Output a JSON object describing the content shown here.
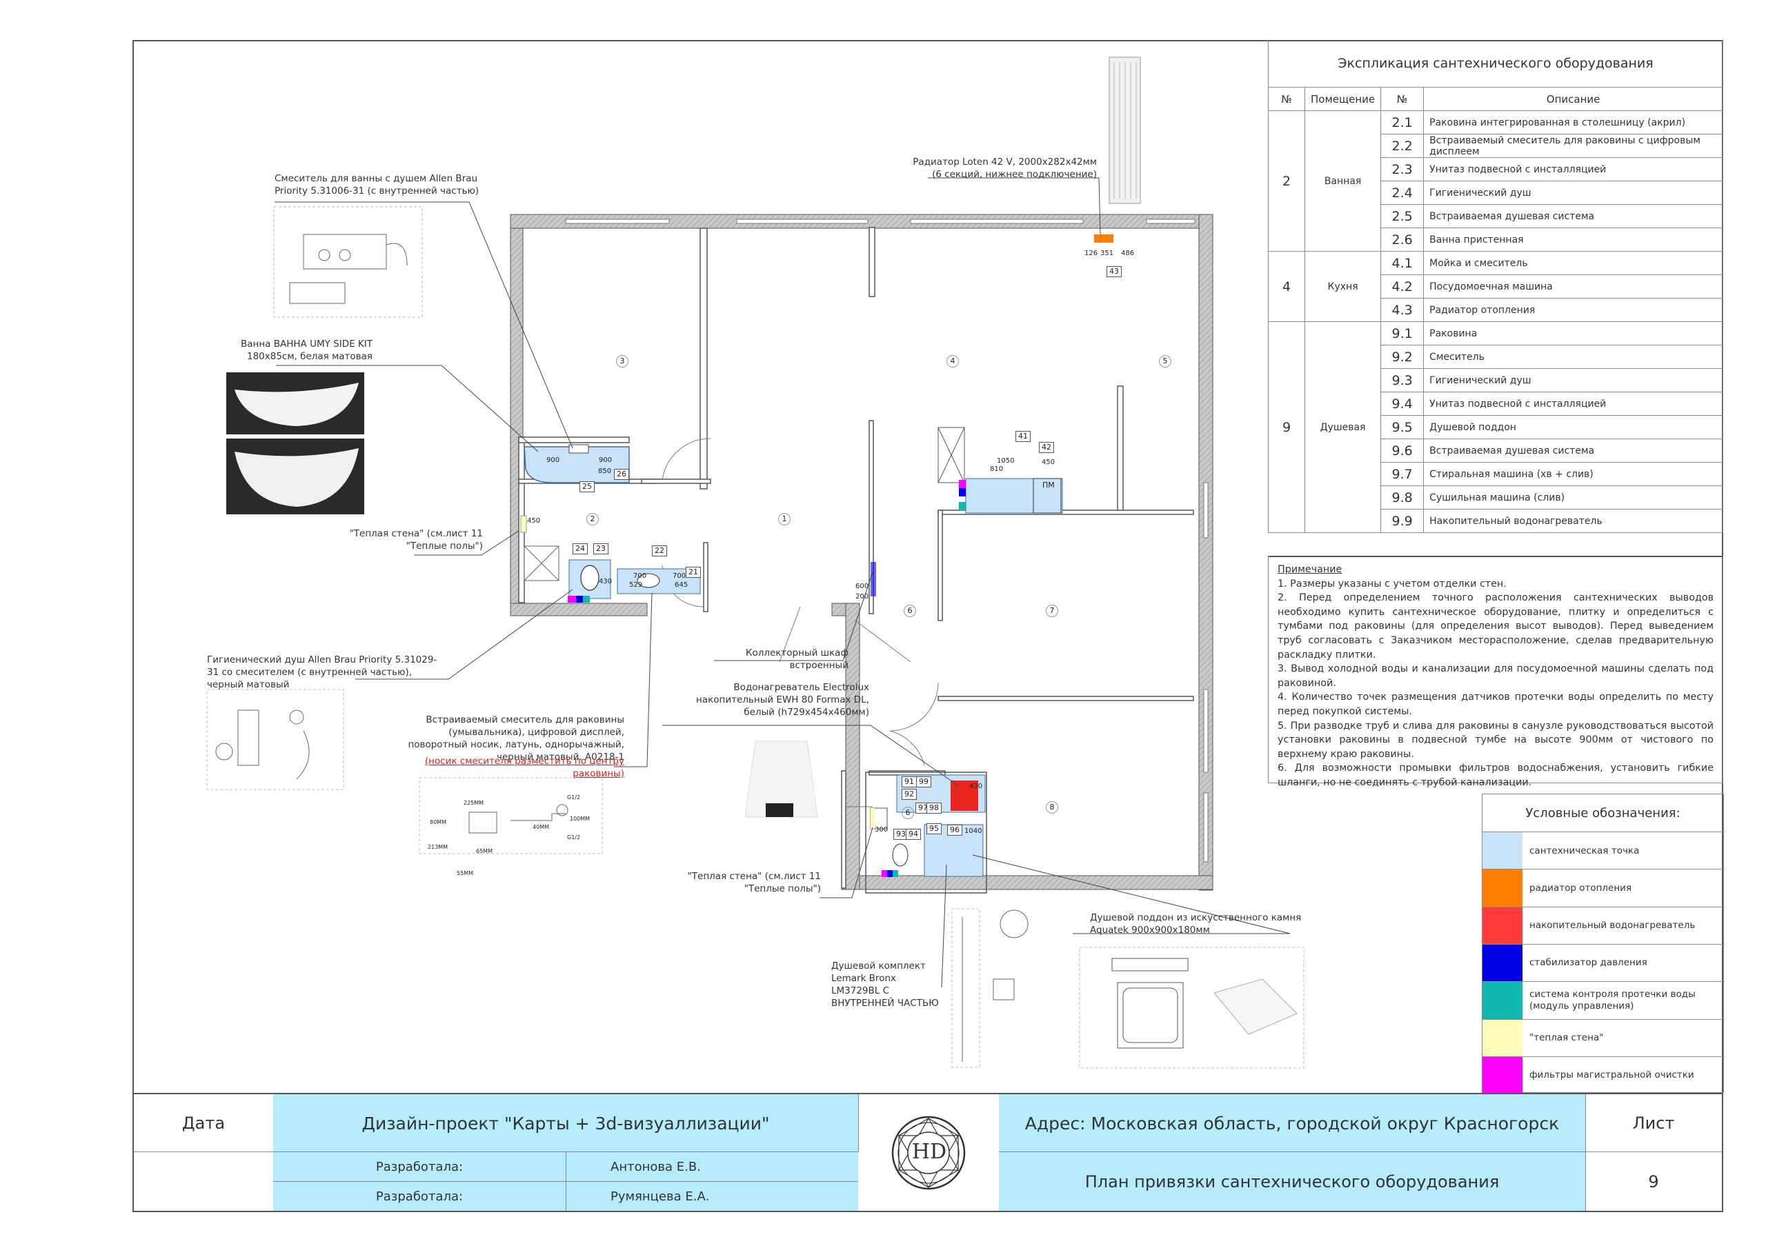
{
  "explication": {
    "title": "Экспликация сантехнического оборудования",
    "headers": [
      "№",
      "Помещение",
      "№",
      "Описание"
    ],
    "groups": [
      {
        "num": "2",
        "room": "Ванная",
        "items": [
          {
            "num": "2.1",
            "desc": "Раковина интегрированная в столешницу (акрил)"
          },
          {
            "num": "2.2",
            "desc": "Встраиваемый смеситель для раковины с цифровым дисплеем"
          },
          {
            "num": "2.3",
            "desc": "Унитаз подвесной с инсталляцией"
          },
          {
            "num": "2.4",
            "desc": "Гигиенический душ"
          },
          {
            "num": "2.5",
            "desc": "Встраиваемая душевая система"
          },
          {
            "num": "2.6",
            "desc": "Ванна пристенная"
          }
        ]
      },
      {
        "num": "4",
        "room": "Кухня",
        "items": [
          {
            "num": "4.1",
            "desc": "Мойка и смеситель"
          },
          {
            "num": "4.2",
            "desc": "Посудомоечная машина"
          },
          {
            "num": "4.3",
            "desc": "Радиатор отопления"
          }
        ]
      },
      {
        "num": "9",
        "room": "Душевая",
        "items": [
          {
            "num": "9.1",
            "desc": "Раковина"
          },
          {
            "num": "9.2",
            "desc": "Смеситель"
          },
          {
            "num": "9.3",
            "desc": "Гигиенический душ"
          },
          {
            "num": "9.4",
            "desc": "Унитаз подвесной с инсталляцией"
          },
          {
            "num": "9.5",
            "desc": "Душевой поддон"
          },
          {
            "num": "9.6",
            "desc": "Встраиваемая душевая система"
          },
          {
            "num": "9.7",
            "desc": "Стиральная машина (хв + слив)"
          },
          {
            "num": "9.8",
            "desc": "Сушильная машина (слив)"
          },
          {
            "num": "9.9",
            "desc": "Накопительный водонагреватель"
          }
        ]
      }
    ]
  },
  "notes": {
    "title": "Примечание",
    "items": [
      "1. Размеры указаны с учетом отделки стен.",
      "2. Перед определением точного расположения сантехнических выводов необходимо купить сантехническое оборудование, плитку и определиться с тумбами под раковины (для определения высот выводов). Перед выведением труб согласовать с Заказчиком месторасположение, сделав предварительную раскладку плитки.",
      "3. Вывод холодной воды и канализации для посудомоечной машины сделать под раковиной.",
      "4. Количество точек размещения датчиков протечки воды определить по месту перед покупкой системы.",
      "5. При разводке труб и слива для раковины в санузле руководствоваться высотой установки раковины в подвесной тумбе на высоте 900мм от чистового по верхнему краю раковины.",
      "6. Для возможности промывки фильтров водоснабжения, установить гибкие шланги, но не соединять с трубой канализации."
    ]
  },
  "legend": {
    "title": "Условные обозначения:",
    "items": [
      {
        "color": "#c8e2f7",
        "label": "сантехническая точка"
      },
      {
        "color": "#ff7f00",
        "label": "радиатор отопления"
      },
      {
        "color": "#ff3c3c",
        "label": "накопительный водонагреватель"
      },
      {
        "color": "#0000e6",
        "label": "стабилизатор давления"
      },
      {
        "color": "#10b8b0",
        "label": "система контроля протечки воды (модуль управления)"
      },
      {
        "color": "#fffbb8",
        "label": "\"теплая стена\""
      },
      {
        "color": "#ff00ff",
        "label": "фильтры магистральной очистки"
      }
    ]
  },
  "callouts": {
    "bath_mixer": "Смеситель для ванны с душем Allen Brau Priority 5.31006-31 (с внутренней частью)",
    "bathtub": "Ванна BAHHA UMY SIDE KIT 180х85см, белая матовая",
    "warm_wall_1": "\"Теплая стена\" (см.лист 11 \"Теплые полы\")",
    "hygienic_shower": "Гигиенический душ Allen Brau Priority 5.31029-31 со смесителем (с внутренней частью), черный матовый",
    "sink_mixer": "Встраиваемый смеситель для раковины (умывальника), цифровой дисплей, поворотный носик, латунь, однорычажный, черный матовый. A0218-1",
    "sink_mixer_note": "(носик смесителя разместить по центру раковины)",
    "collector": "Коллекторный шкаф встроенный",
    "water_heater": "Водонагреватель Electrolux накопительный EWH 80 Formax DL, белый (h729х454х460мм)",
    "warm_wall_2": "\"Теплая стена\" (см.лист 11 \"Теплые полы\")",
    "radiator": "Радиатор Loten 42 V, 2000х282х42мм (6 секций, нижнее подключение)",
    "shower_tray": "Душевой поддон из искусственного камня Aquatek 900х900х180мм",
    "shower_kit": "Душевой комплект Lemark Bronx LM3729BL С ВНУТРЕННЕЙ ЧАСТЬЮ"
  },
  "plan": {
    "rooms": [
      "1",
      "2",
      "3",
      "4",
      "5",
      "6",
      "7",
      "8",
      "6"
    ],
    "dims": [
      "900",
      "900",
      "850",
      "450",
      "700",
      "529",
      "700",
      "645",
      "430",
      "1050",
      "810",
      "450",
      "126",
      "351",
      "486",
      "600",
      "200",
      "1040",
      "430",
      "300"
    ],
    "tags": [
      "25",
      "26",
      "24",
      "23",
      "22",
      "21",
      "41",
      "42",
      "43",
      "91",
      "92",
      "93",
      "94",
      "95",
      "96",
      "97",
      "98",
      "99",
      "ПМ"
    ],
    "drawing_labels": [
      "225MM",
      "G1/2",
      "100MM",
      "40MM",
      "G1/2",
      "80MM",
      "213MM",
      "65MM",
      "55MM"
    ]
  },
  "title_block": {
    "date_label": "Дата",
    "project": "Дизайн-проект \"Карты + 3d-визуаллизации\"",
    "address": "Адрес: Московская область, городской округ Красногорск",
    "sheet_label": "Лист",
    "dev1_label": "Разработала:",
    "dev1_name": "Антонова Е.В.",
    "dev2_label": "Разработала:",
    "dev2_name": "Румянцева Е.А.",
    "logo": "HD",
    "plan_title": "План привязки сантехнического оборудования",
    "sheet_num": "9"
  },
  "colors": {
    "title_fill": "#b5ebfa",
    "point": "#c8e2f7",
    "radiator": "#ff7f00",
    "heater": "#e8251f"
  }
}
